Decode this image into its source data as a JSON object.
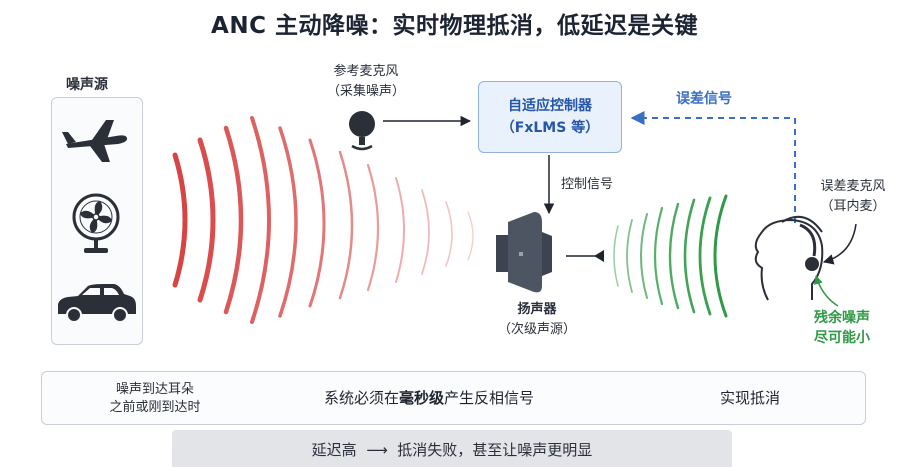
{
  "title": "ANC 主动降噪：实时物理抵消，低延迟是关键",
  "noise_source": {
    "label": "噪声源",
    "icons": [
      "airplane-icon",
      "fan-icon",
      "car-icon"
    ]
  },
  "reference_mic": {
    "line1": "参考麦克风",
    "line2": "（采集噪声）"
  },
  "controller": {
    "line1": "自适应控制器",
    "line2": "（FxLMS 等）"
  },
  "error_signal": "误差信号",
  "control_signal": "控制信号",
  "speaker": {
    "line1": "扬声器",
    "line2": "（次级声源）"
  },
  "error_mic": {
    "line1": "误差麦克风",
    "line2": "（耳内麦）"
  },
  "residual_noise": {
    "line1": "残余噪声",
    "line2": "尽可能小"
  },
  "requirement": {
    "timing_line1": "噪声到达耳朵",
    "timing_line2": "之前或刚到达时",
    "text_before": "系统必须在",
    "text_emphasis": "毫秒级",
    "text_after": "产生反相信号",
    "result": "实现抵消"
  },
  "footer": {
    "cause": "延迟高",
    "arrow": "⟶",
    "effect": "抵消失败，甚至让噪声更明显"
  },
  "colors": {
    "controller_fill": "#e9f1fc",
    "controller_text": "#2556a8",
    "error_path": "#3a6fc4",
    "anti_noise": "#2f9a45",
    "noise_waves": "#d63a3a"
  }
}
